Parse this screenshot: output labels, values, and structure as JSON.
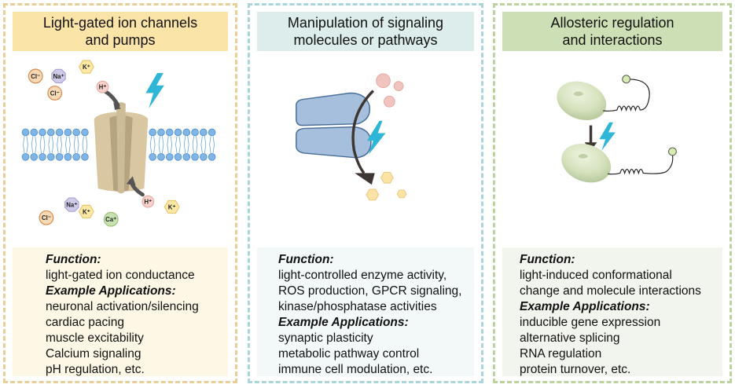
{
  "colors": {
    "panel1_border": "#e8cf98",
    "panel1_header": "#fbe4a8",
    "panel2_border": "#a8d6da",
    "panel2_header": "#dcedeb",
    "panel3_border": "#bcd39e",
    "panel3_header": "#cddfb4",
    "lightning": "#2fb6d6"
  },
  "panels": [
    {
      "title": "Light-gated ion channels\nand pumps",
      "illustration": {
        "icons": [
          "ion-channel-icon",
          "lipid-membrane-icon",
          "lightning-icon",
          "ion-flow-arrow-icon"
        ],
        "ions_top": [
          "Cl-",
          "Na+",
          "K+",
          "Cl-",
          "H+"
        ],
        "ions_bottom": [
          "Na+",
          "H+",
          "K+",
          "Cl-",
          "K+",
          "Ca+"
        ]
      },
      "function_label": "Function:",
      "function_lines": [
        "light-gated ion conductance"
      ],
      "applications_label": "Example Applications:",
      "applications": [
        "neuronal activation/silencing",
        "cardiac pacing",
        "muscle excitability",
        "Calcium signaling",
        "pH regulation, etc."
      ]
    },
    {
      "title": "Manipulation of signaling\nmolecules or pathways",
      "illustration": {
        "icons": [
          "enzyme-icon",
          "lightning-icon",
          "reaction-arrow-icon",
          "substrate-circles-icon",
          "product-hexagons-icon"
        ]
      },
      "function_label": "Function:",
      "function_lines": [
        "light-controlled enzyme activity,",
        "ROS production, GPCR signaling,",
        "kinase/phosphatase activities"
      ],
      "applications_label": "Example Applications:",
      "applications": [
        "synaptic plasticity",
        "metabolic pathway control",
        "immune cell modulation, etc."
      ]
    },
    {
      "title": "Allosteric regulation\nand interactions",
      "illustration": {
        "icons": [
          "protein-domain-icon",
          "helix-linker-icon",
          "lightning-icon",
          "conformational-change-arrow-icon"
        ]
      },
      "function_label": "Function:",
      "function_lines": [
        "light-induced conformational",
        "change and molecule interactions"
      ],
      "applications_label": "Example Applications:",
      "applications": [
        "inducible gene expression",
        "alternative splicing",
        "RNA regulation",
        "protein turnover, etc."
      ]
    }
  ]
}
